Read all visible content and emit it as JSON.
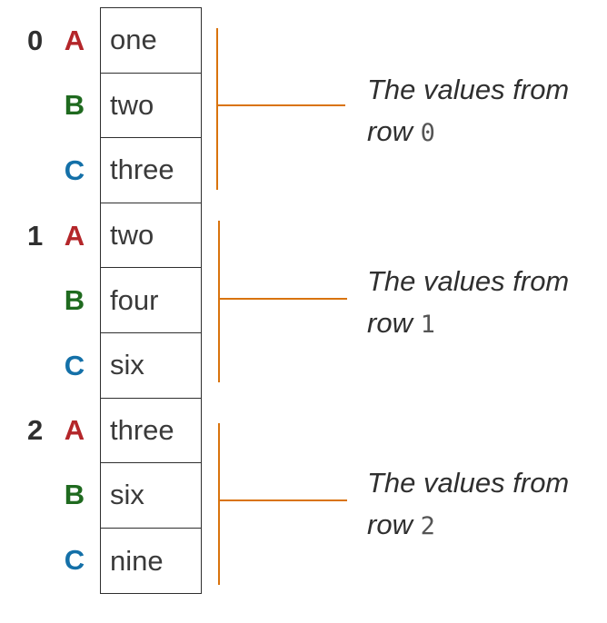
{
  "groups": [
    {
      "label": "0",
      "letters": [
        "A",
        "B",
        "C"
      ],
      "values": [
        "one",
        "two",
        "three"
      ],
      "note_text": "The values from",
      "note_row_word": "row",
      "note_row_num": "0"
    },
    {
      "label": "1",
      "letters": [
        "A",
        "B",
        "C"
      ],
      "values": [
        "two",
        "four",
        "six"
      ],
      "note_text": "The values from",
      "note_row_word": "row",
      "note_row_num": "1"
    },
    {
      "label": "2",
      "letters": [
        "A",
        "B",
        "C"
      ],
      "values": [
        "three",
        "six",
        "nine"
      ],
      "note_text": "The values from",
      "note_row_word": "row",
      "note_row_num": "2"
    }
  ],
  "colors": {
    "A": "#b4262a",
    "B": "#1f6a1f",
    "C": "#1470a8",
    "bracket": "#d9730d"
  }
}
